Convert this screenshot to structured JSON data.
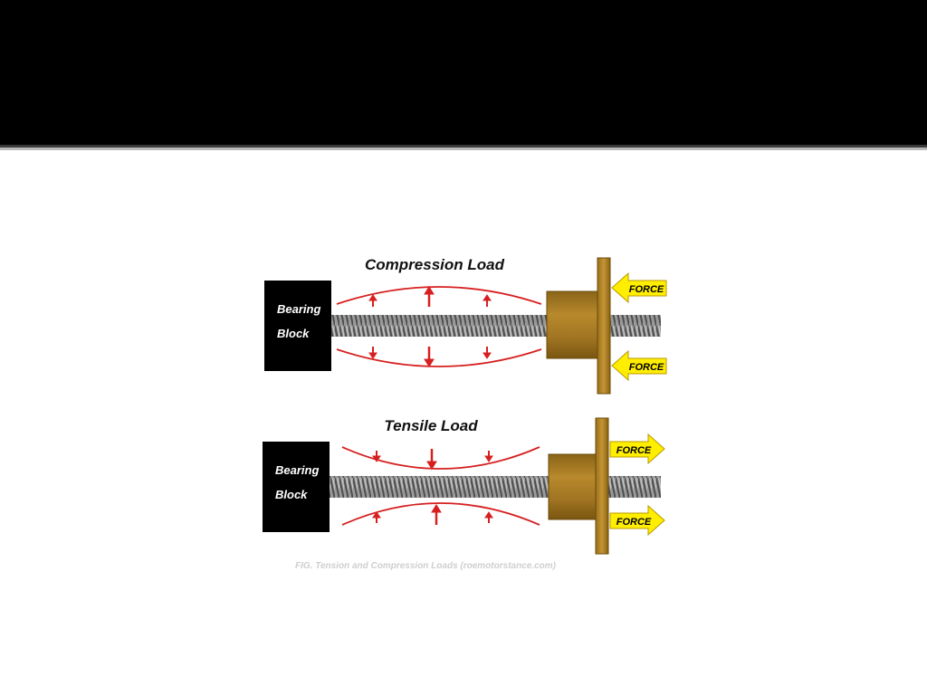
{
  "slide": {
    "title": ""
  },
  "compression": {
    "heading": "Compression Load",
    "block_line1": "Bearing",
    "block_line2": "Block",
    "force_top": "FORCE",
    "force_bottom": "FORCE"
  },
  "tensile": {
    "heading": "Tensile Load",
    "block_line1": "Bearing",
    "block_line2": "Block",
    "force_top": "FORCE",
    "force_bottom": "FORCE"
  },
  "caption": "FIG. Tension and Compression Loads (roemotorstance.com)",
  "colors": {
    "title_bar": "#000000",
    "stress_red": "#d62020",
    "nut_bronze": "#a67a22",
    "force_yellow": "#ffee00",
    "screw_gray": "#8a8a8a"
  }
}
